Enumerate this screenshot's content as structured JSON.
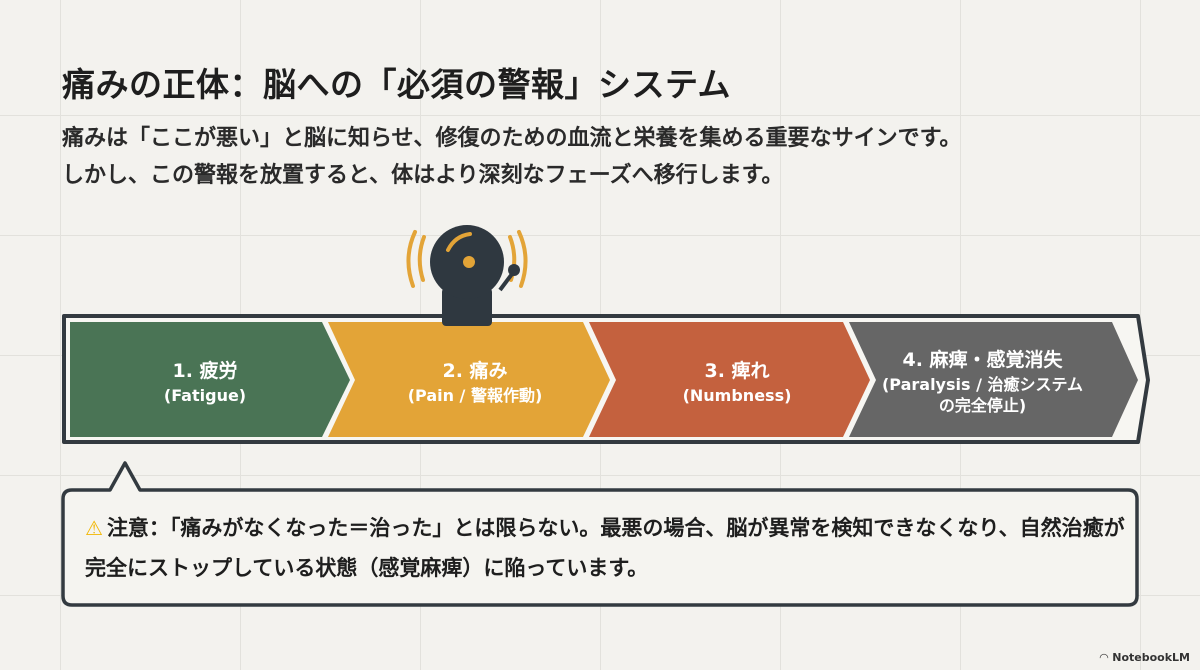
{
  "title": "痛みの正体：脳への「必須の警報」システム",
  "subtitle_lines": [
    "痛みは「ここが悪い」と脳に知らせ、修復のための血流と栄養を集める重要なサインです。",
    "しかし、この警報を放置すると、体はより深刻なフェーズへ移行します。"
  ],
  "steps": [
    {
      "label": "1. 疲労",
      "sub": "(Fatigue)",
      "color": "#4a7455"
    },
    {
      "label": "2. 痛み",
      "sub": "(Pain / 警報作動)",
      "color": "#e3a437"
    },
    {
      "label": "3. 痺れ",
      "sub": "(Numbness)",
      "color": "#c4613e"
    },
    {
      "label": "4. 麻痺・感覚消失",
      "sub": "(Paralysis / 治癒システムの完全停止)",
      "color": "#666666"
    }
  ],
  "bell_icon": "alarm-bell-icon",
  "callout": {
    "icon": "warning-icon",
    "text": "注意：「痛みがなくなった＝治った」とは限らない。最悪の場合、脳が異常を検知できなくなり、自然治癒が完全にストップしている状態（感覚麻痺）に陥っています。"
  },
  "brand": "NotebookLM"
}
